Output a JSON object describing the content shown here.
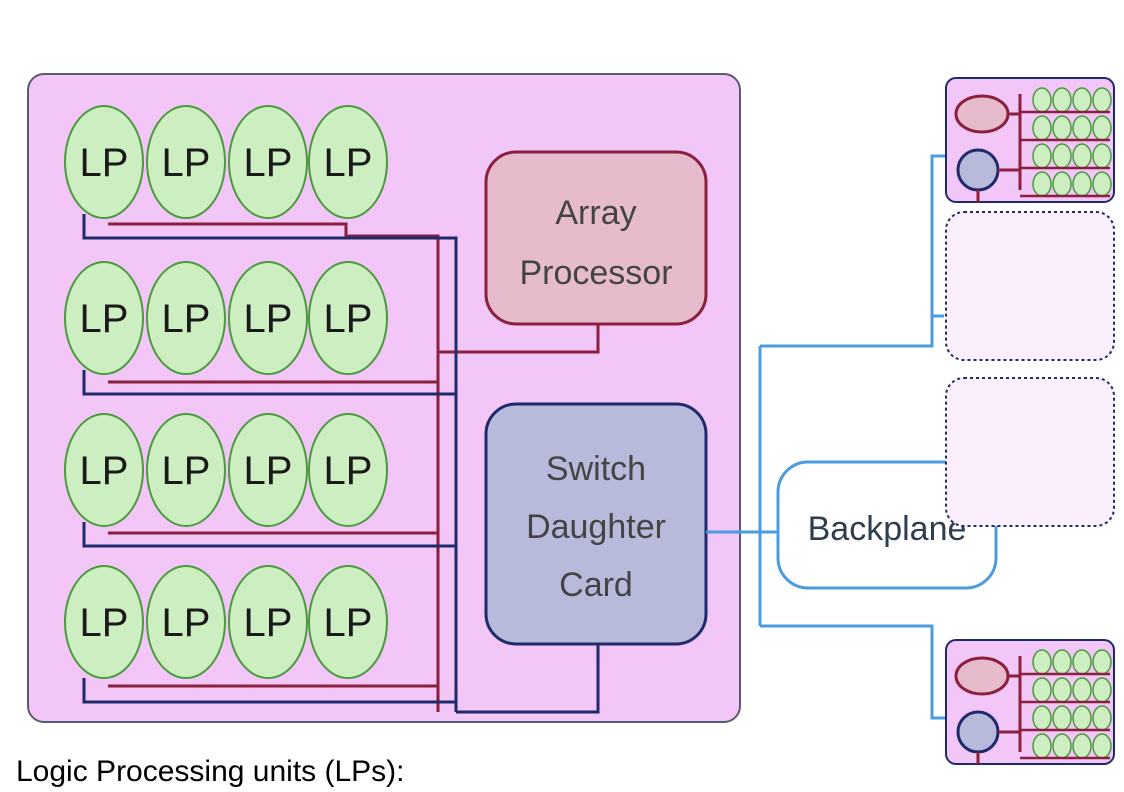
{
  "diagram": {
    "lp_label": "LP",
    "array_processor": [
      "Array",
      "Processor"
    ],
    "switch_card": [
      "Switch",
      "Daughter",
      "Card"
    ],
    "backplane": "Backplane",
    "caption": "Logic Processing units (LPs):"
  },
  "colors": {
    "board_fill": "#f2c6f7",
    "board_stroke": "#5a5a6e",
    "lp_fill": "#cdeec0",
    "lp_stroke": "#4a9a3e",
    "array_fill": "#e6bccd",
    "array_stroke": "#8b1f3e",
    "switch_fill": "#b8badc",
    "switch_stroke": "#1f2a6b",
    "bus_red": "#8b1f3e",
    "bus_navy": "#1f2a6b",
    "link_blue": "#4a9be0"
  }
}
